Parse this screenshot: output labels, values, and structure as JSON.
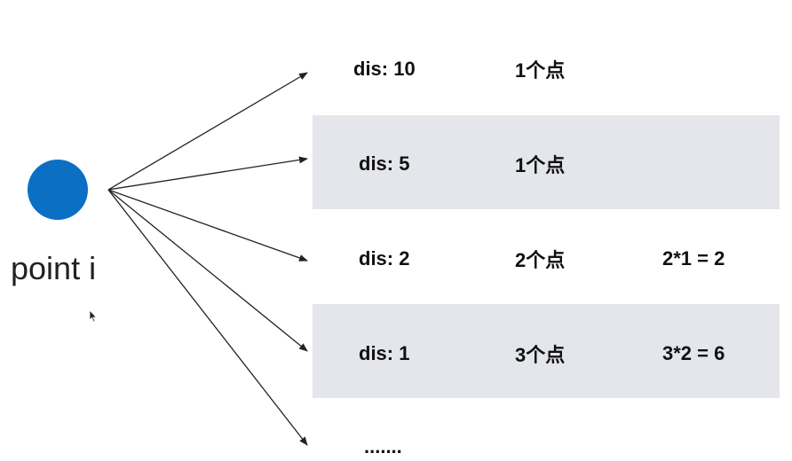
{
  "point": {
    "label": "point i",
    "color": "#0b6fc4"
  },
  "band_color": "#e4e6eb",
  "rows": [
    {
      "dis": "dis: 10",
      "count": "1个点",
      "calc": ""
    },
    {
      "dis": "dis: 5",
      "count": "1个点",
      "calc": ""
    },
    {
      "dis": "dis: 2",
      "count": "2个点",
      "calc": "2*1 = 2"
    },
    {
      "dis": "dis: 1",
      "count": "3个点",
      "calc": "3*2 = 6"
    },
    {
      "dis": ".......",
      "count": "",
      "calc": ""
    }
  ]
}
